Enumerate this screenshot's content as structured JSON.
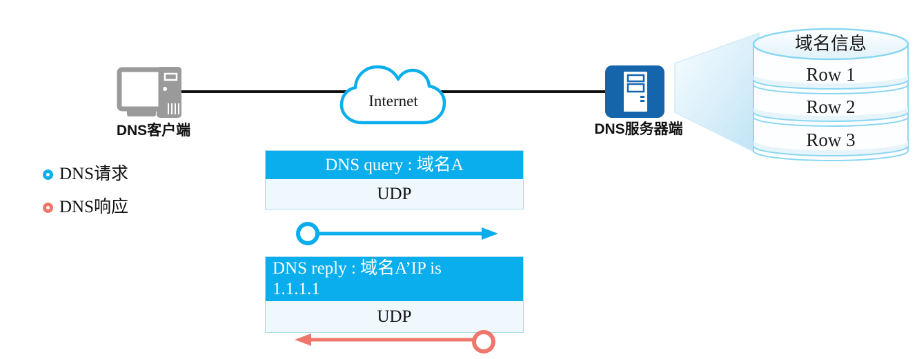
{
  "nodes": {
    "client": {
      "label": "DNS客户端",
      "icon": "desktop-computer-icon",
      "color": "#9a9a9a"
    },
    "internet": {
      "label": "Internet",
      "icon": "cloud-icon",
      "stroke_color": "#0aaeec"
    },
    "server": {
      "label": "DNS服务器端",
      "icon": "server-icon",
      "color": "#1565ad"
    }
  },
  "database": {
    "icon": "database-cylinder-icon",
    "title": "域名信息",
    "rows": [
      "Row 1",
      "Row 2",
      "Row 3"
    ],
    "stroke_color": "#8ad6f2"
  },
  "legend": {
    "items": [
      {
        "label": "DNS请求",
        "ring_color": "#0aaeec"
      },
      {
        "label": "DNS响应",
        "ring_color": "#ee766b"
      }
    ]
  },
  "packets": {
    "query": {
      "header": "DNS query : 域名A",
      "protocol": "UDP",
      "direction": "right",
      "arrow_color": "#0aaeec"
    },
    "reply": {
      "header": "DNS reply : 域名A’IP is\n1.1.1.1",
      "protocol": "UDP",
      "direction": "left",
      "arrow_color": "#ee766b"
    }
  },
  "colors": {
    "accent_blue": "#0aaeec",
    "accent_salmon": "#ee766b",
    "server_blue": "#1565ad",
    "device_gray": "#9a9a9a",
    "link_line": "#111111",
    "cylinder_stroke": "#8ad6f2",
    "packet_body_bg": "#eff9fd"
  }
}
